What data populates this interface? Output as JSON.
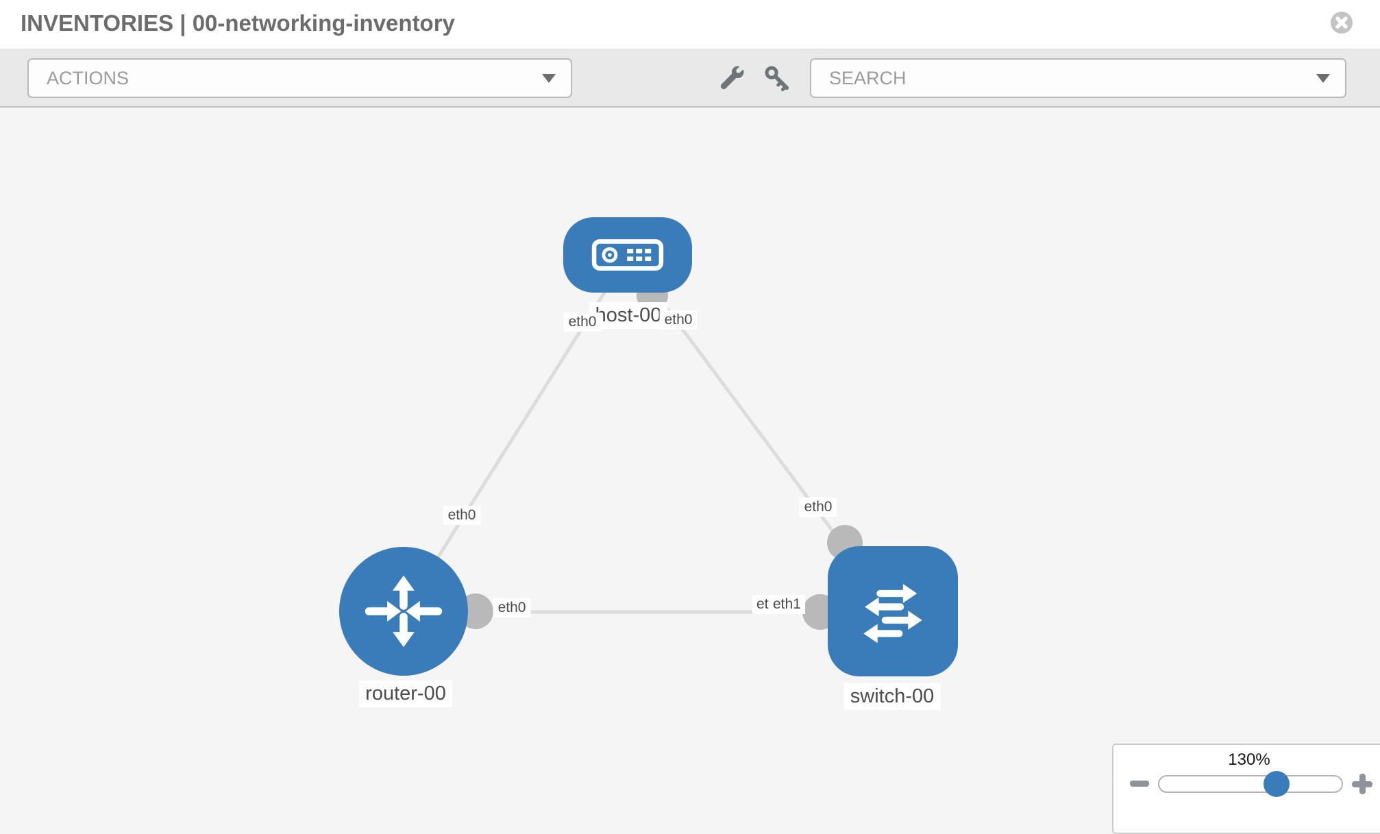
{
  "header": {
    "title_prefix": "INVENTORIES",
    "title_separator": "|",
    "inventory_name": "00-networking-inventory",
    "close_icon": "close"
  },
  "toolbar": {
    "actions_dropdown_label": "ACTIONS",
    "search_dropdown_label": "SEARCH",
    "wrench_icon": "wrench",
    "key_icon": "key"
  },
  "topology": {
    "nodes": [
      {
        "id": "host-00",
        "label": "host-00",
        "type": "host",
        "shape": "rounded-rect"
      },
      {
        "id": "router-00",
        "label": "router-00",
        "type": "router",
        "shape": "circle"
      },
      {
        "id": "switch-00",
        "label": "switch-00",
        "type": "switch",
        "shape": "rounded-square"
      }
    ],
    "links": [
      {
        "source": "host-00",
        "target": "router-00"
      },
      {
        "source": "host-00",
        "target": "switch-00"
      },
      {
        "source": "router-00",
        "target": "switch-00"
      }
    ],
    "interface_labels": [
      {
        "text": "eth0",
        "position": "below host-00 left"
      },
      {
        "text": "eth0",
        "position": "below host-00 right"
      },
      {
        "text": "eth0",
        "position": "host-router link near router"
      },
      {
        "text": "eth0",
        "position": "host-switch link near switch"
      },
      {
        "text": "eth0",
        "position": "router-switch link near router"
      },
      {
        "text": "eth0",
        "position": "router-switch link near switch (partially hidden)"
      },
      {
        "text": "eth1",
        "position": "router-switch link near switch (on top)"
      }
    ]
  },
  "zoom_control": {
    "level": "130%",
    "minus_icon": "zoom-out",
    "plus_icon": "zoom-in"
  },
  "colors": {
    "node_blue": "#3a7cba",
    "connector_gray": "#b9b9b9",
    "link_gray": "#dcdcdc",
    "canvas_bg": "#f5f5f6",
    "toolbar_bg": "#e9e9e9"
  }
}
